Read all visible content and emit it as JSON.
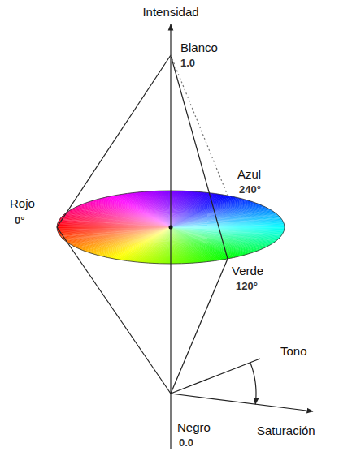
{
  "diagram": {
    "labels": [
      "Intensidad",
      "Blanco",
      "1.0",
      "Azul",
      "240°",
      "Rojo",
      "0°",
      "Verde",
      "120°",
      "Tono",
      "Saturación",
      "Negro",
      "0.0"
    ]
  }
}
